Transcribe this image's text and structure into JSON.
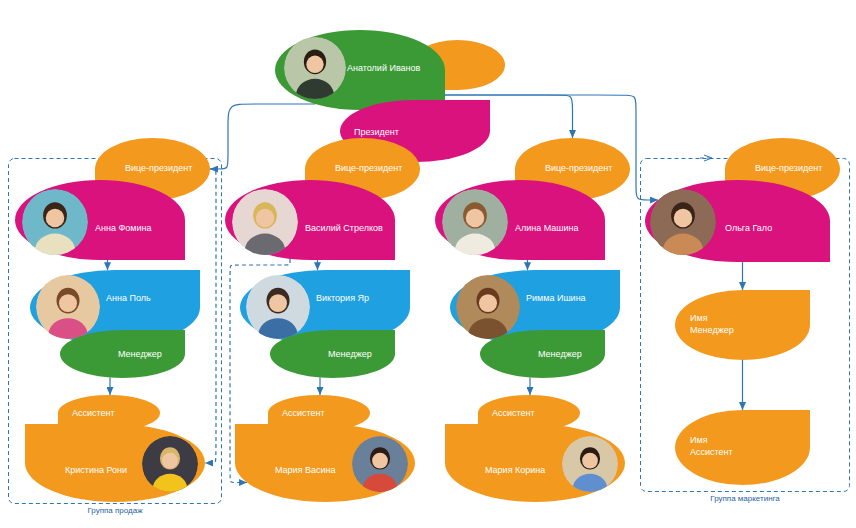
{
  "diagram": {
    "nodes": [
      {
        "text": [
          "Анатолий Иванов"
        ]
      },
      {
        "text": [
          "Президент"
        ]
      },
      {
        "text": [
          "Группа продаж"
        ]
      },
      {
        "text": [
          "Вице-президент"
        ],
        "in": 2
      },
      {
        "text": [
          "Анна Фомина"
        ],
        "in": 2
      },
      {
        "text": [
          "Анна Поль"
        ],
        "in": 2
      },
      {
        "text": [
          "Менеджер"
        ],
        "in": 2
      },
      {
        "text": [
          "Ассистент"
        ],
        "in": 2
      },
      {
        "text": [
          "Кристина Рони"
        ],
        "in": 2
      },
      {
        "text": [
          "Вице-президент"
        ]
      },
      {
        "text": [
          "Василий Стрелков"
        ]
      },
      {
        "text": [
          "Виктория Яр"
        ]
      },
      {
        "text": [
          "Менеджер"
        ]
      },
      {
        "text": [
          "Ассистент"
        ]
      },
      {
        "text": [
          "Мария Васина"
        ]
      },
      {
        "text": [
          "Вице-президент"
        ]
      },
      {
        "text": [
          "Алина Машина"
        ]
      },
      {
        "text": [
          "Римма Ишина"
        ]
      },
      {
        "text": [
          "Менеджер"
        ]
      },
      {
        "text": [
          "Ассистент"
        ]
      },
      {
        "text": [
          "Мария Корина"
        ]
      },
      {
        "text": [
          "Группа маркетинга"
        ]
      },
      {
        "text": [
          "Вице-президент"
        ],
        "in": 21
      },
      {
        "text": [
          "Ольга Гало"
        ],
        "in": 21
      },
      {
        "text": [
          "Имя",
          "Менеджер"
        ],
        "in": 21
      },
      {
        "text": [
          "Имя",
          "Ассистент"
        ],
        "in": 21
      }
    ],
    "edges": [
      {
        "from": 0,
        "to": 3,
        "arrow": "to"
      },
      {
        "from": 0,
        "to": 15,
        "arrow": "to"
      },
      {
        "from": 0,
        "to": 23,
        "arrow": "to"
      },
      {
        "from": 4,
        "to": 5,
        "arrow": "to"
      },
      {
        "from": 6,
        "to": 7,
        "arrow": "to"
      },
      {
        "from": 3,
        "to": 8,
        "arrow": "to"
      },
      {
        "from": 10,
        "to": 11,
        "arrow": "to"
      },
      {
        "from": 12,
        "to": 13,
        "arrow": "to"
      },
      {
        "from": 10,
        "to": 14,
        "arrow": "to"
      },
      {
        "from": 16,
        "to": 17,
        "arrow": "to"
      },
      {
        "from": 18,
        "to": 19,
        "arrow": "to"
      },
      {
        "from": 23,
        "to": 24,
        "arrow": "to"
      },
      {
        "from": 24,
        "to": 25,
        "arrow": "to"
      }
    ]
  }
}
